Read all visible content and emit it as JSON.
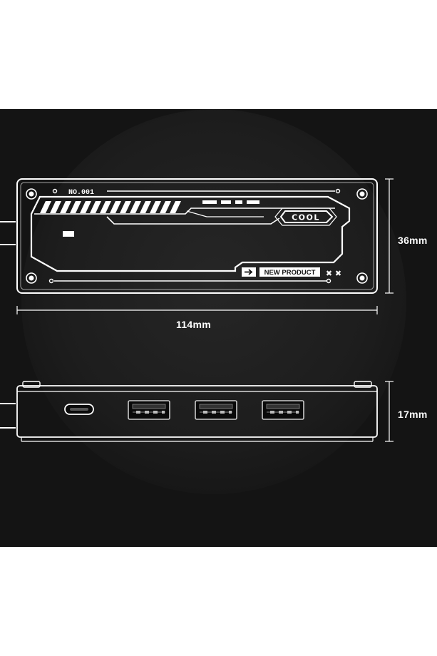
{
  "product": {
    "serial_label": "NO.001",
    "badge_text": "COOL",
    "tag_text": "NEW PRODUCT",
    "close_marks": "✖ ✖"
  },
  "dimensions": {
    "height_top": "36mm",
    "width": "114mm",
    "height_side": "17mm"
  },
  "ports": [
    "usb-c-port",
    "usb-a-port",
    "usb-a-port",
    "usb-a-port"
  ],
  "colors": {
    "background": "#141414",
    "line": "#ffffff"
  }
}
